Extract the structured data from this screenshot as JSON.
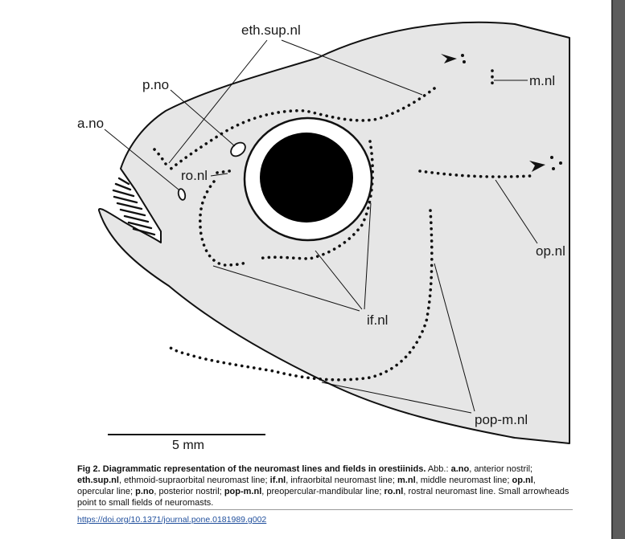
{
  "figure": {
    "labels": {
      "eth_sup_nl": "eth.sup.nl",
      "p_no": "p.no",
      "a_no": "a.no",
      "ro_nl": "ro.nl",
      "m_nl": "m.nl",
      "op_nl": "op.nl",
      "if_nl": "if.nl",
      "pop_m_nl": "pop-m.nl"
    },
    "scale_bar_label": "5 mm",
    "colors": {
      "fish_fill": "#e6e6e6",
      "ink": "#111111",
      "link": "#1f4e9c"
    }
  },
  "caption": {
    "title": "Fig 2. Diagrammatic representation of the neuromast lines and fields in orestiinids.",
    "abb_prefix": "Abb.:",
    "abbreviations": [
      {
        "term": "a.no",
        "text": ", anterior nostril;"
      },
      {
        "term": "eth.sup.nl",
        "text": ", ethmoid-supraorbital neuromast line;"
      },
      {
        "term": "if.nl",
        "text": ", infraorbital neuromast line;"
      },
      {
        "term": "m.nl",
        "text": ", middle neuromast line;"
      },
      {
        "term": "op.nl",
        "text": ", opercular line;"
      },
      {
        "term": "p.no",
        "text": ", posterior nostril;"
      },
      {
        "term": "pop-m.nl",
        "text": ", preopercular-mandibular line;"
      },
      {
        "term": "ro.nl",
        "text": ", rostral neuromast line."
      }
    ],
    "note": "Small arrowheads point to small fields of neuromasts."
  },
  "doi": "https://doi.org/10.1371/journal.pone.0181989.g002"
}
